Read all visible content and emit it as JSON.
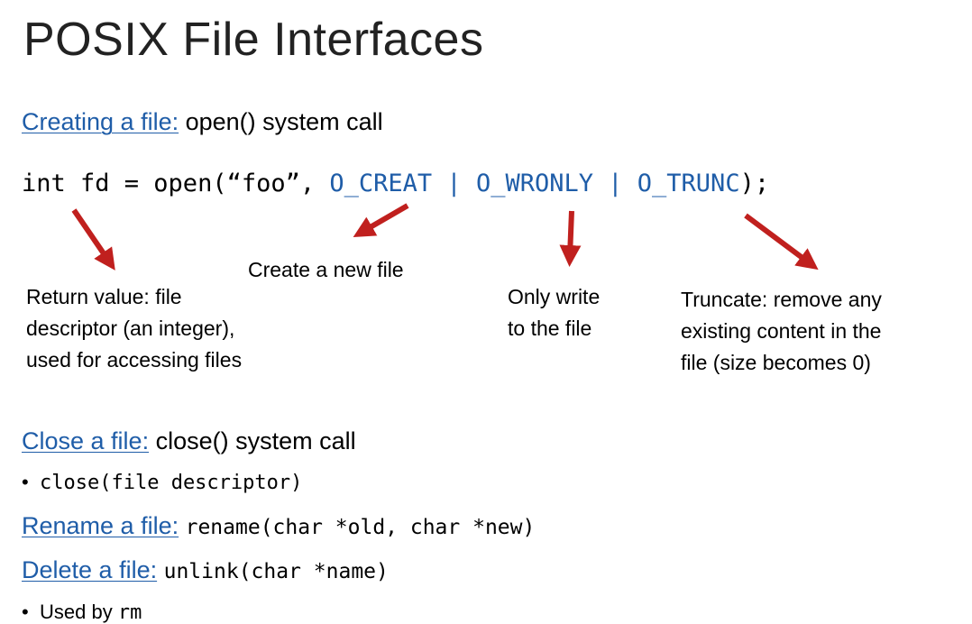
{
  "title": "POSIX File Interfaces",
  "create": {
    "link": "Creating a file:",
    "text": "open() system call"
  },
  "code": {
    "prefix": "int fd = open(“foo”, ",
    "flag1": "O_CREAT",
    "sep1": " | ",
    "flag2": "O_WRONLY",
    "sep2": " | ",
    "flag3": "O_TRUNC",
    "suffix": ");"
  },
  "notes": {
    "create_new": "Create a new file",
    "return_value": [
      "Return value: file",
      "descriptor (an integer),",
      "used for accessing files"
    ],
    "only_write": [
      "Only write",
      "to the file"
    ],
    "truncate": [
      "Truncate: remove any",
      "existing content in the",
      "file (size becomes 0)"
    ]
  },
  "close": {
    "link": "Close a file:",
    "text": "close() system call",
    "bullet": "close(file descriptor)"
  },
  "rename": {
    "link": "Rename a file:",
    "code": "rename(char *old, char *new)"
  },
  "delete": {
    "link": "Delete a file:",
    "code": "unlink(char *name)",
    "bullet_text": "Used by ",
    "bullet_code": "rm"
  },
  "colors": {
    "link": "#1f5da8",
    "arrow": "#c0201e"
  }
}
